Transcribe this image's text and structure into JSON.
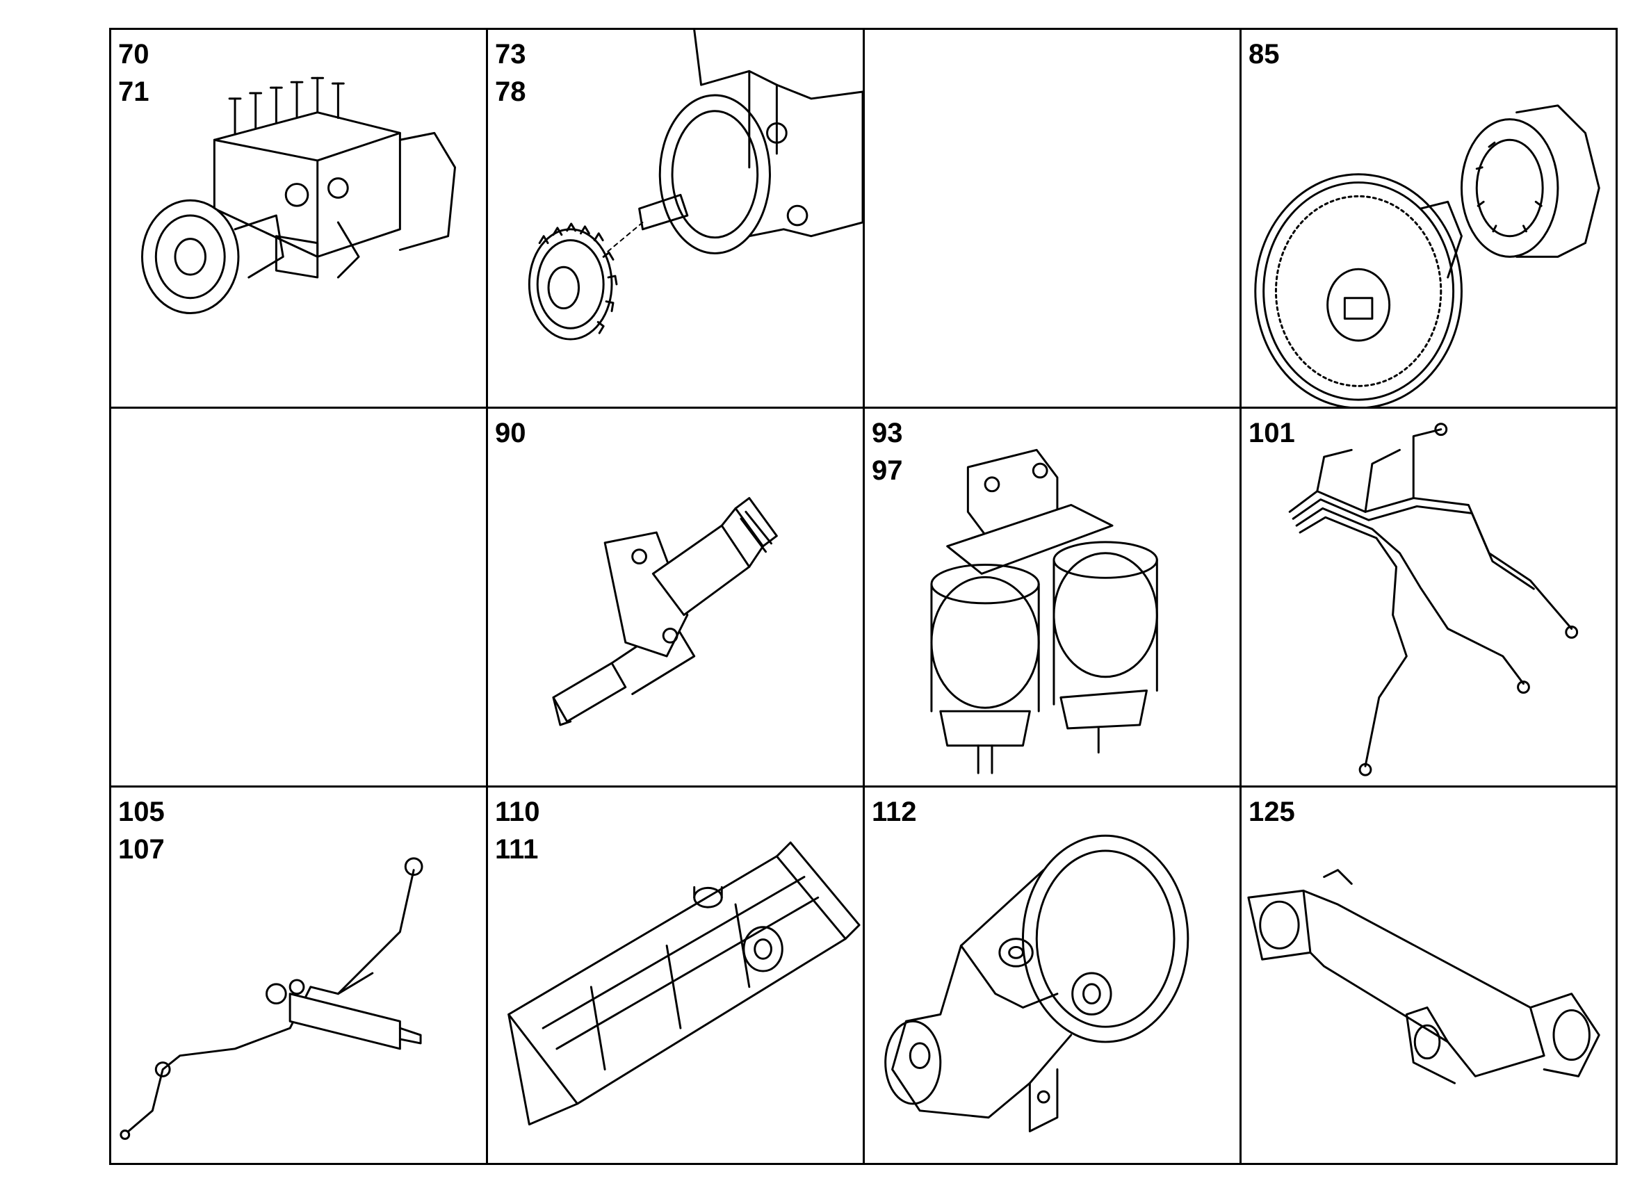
{
  "catalog": {
    "cells": [
      {
        "labels": [
          "70",
          "71"
        ],
        "illustration": "injection-pump"
      },
      {
        "labels": [
          "73",
          "78"
        ],
        "illustration": "pump-drive-gear"
      },
      {
        "labels": [],
        "illustration": "empty"
      },
      {
        "labels": [
          "85"
        ],
        "illustration": "drive-gear-coupling"
      },
      {
        "labels": [],
        "illustration": "empty"
      },
      {
        "labels": [
          "90"
        ],
        "illustration": "injector-nozzle"
      },
      {
        "labels": [
          "93",
          "97"
        ],
        "illustration": "twin-fuel-filter"
      },
      {
        "labels": [
          "101"
        ],
        "illustration": "injection-lines"
      },
      {
        "labels": [
          "105",
          "107"
        ],
        "illustration": "leak-off-pipe-injector"
      },
      {
        "labels": [
          "110",
          "111"
        ],
        "illustration": "rocker-cover"
      },
      {
        "labels": [
          "112"
        ],
        "illustration": "intake-elbow"
      },
      {
        "labels": [
          "125"
        ],
        "illustration": "exhaust-pipe"
      }
    ]
  }
}
